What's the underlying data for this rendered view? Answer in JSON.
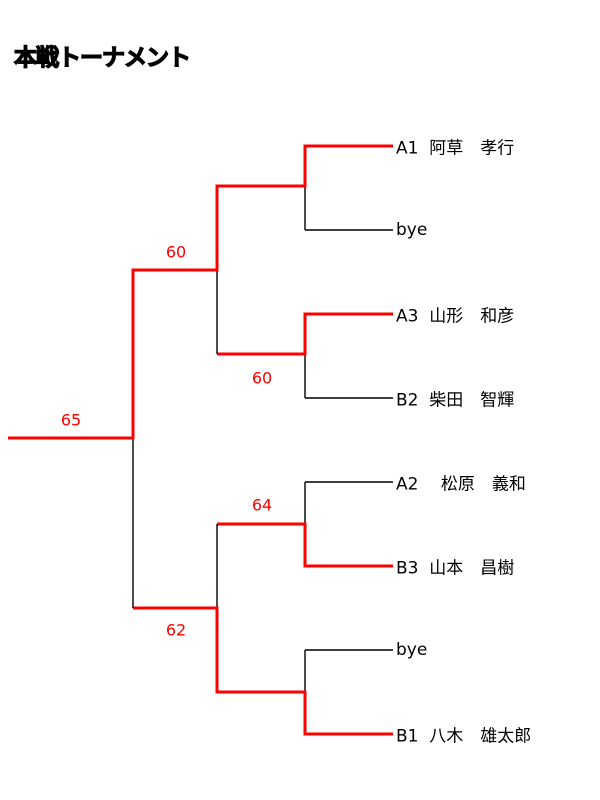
{
  "title": "本戦トーナメント",
  "colors": {
    "winner_line": "#ff0000",
    "line": "#000000"
  },
  "entries": [
    {
      "seed": "A1",
      "name": "阿草　孝行"
    },
    {
      "seed": "",
      "name": "bye"
    },
    {
      "seed": "A3",
      "name": "山形　和彦"
    },
    {
      "seed": "B2",
      "name": "柴田　智輝"
    },
    {
      "seed": "A2",
      "name": "　松原　義和"
    },
    {
      "seed": "B3",
      "name": "山本　昌樹"
    },
    {
      "seed": "",
      "name": "bye"
    },
    {
      "seed": "B1",
      "name": "八木　雄太郎"
    }
  ],
  "scores": {
    "round1_match2": "60",
    "round1_match3": "64",
    "semifinal_top": "60",
    "semifinal_bottom": "62",
    "final": "65"
  }
}
